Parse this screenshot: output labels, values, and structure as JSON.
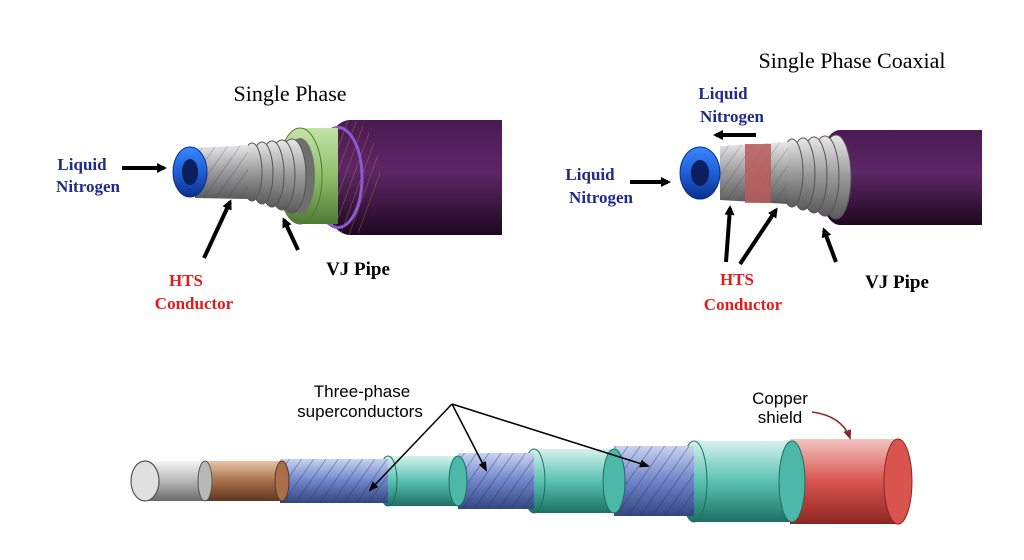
{
  "single_phase": {
    "title": "Single Phase",
    "liquid_label": [
      "Liquid",
      "Nitrogen"
    ],
    "hts_label": [
      "HTS",
      "Conductor"
    ],
    "vj_label": "VJ Pipe"
  },
  "coaxial": {
    "title": "Single Phase Coaxial",
    "liquid_in_label": [
      "Liquid",
      "Nitrogen"
    ],
    "liquid_out_label": [
      "Liquid",
      "Nitrogen"
    ],
    "hts_label": [
      "HTS",
      "Conductor"
    ],
    "vj_label": "VJ Pipe"
  },
  "three_phase": {
    "supercond_label": [
      "Three-phase",
      "superconductors"
    ],
    "shield_label": [
      "Copper",
      "shield"
    ]
  },
  "colors": {
    "blue_text": "#1f2a8c",
    "red_text": "#e21b1b",
    "nitrogen_blue": "#1e5fd6",
    "purple_jacket": "#3a0f3e",
    "green_ring": "#8fbf6a",
    "teal": "#4cb8a8",
    "copper_red": "#d9534f"
  }
}
